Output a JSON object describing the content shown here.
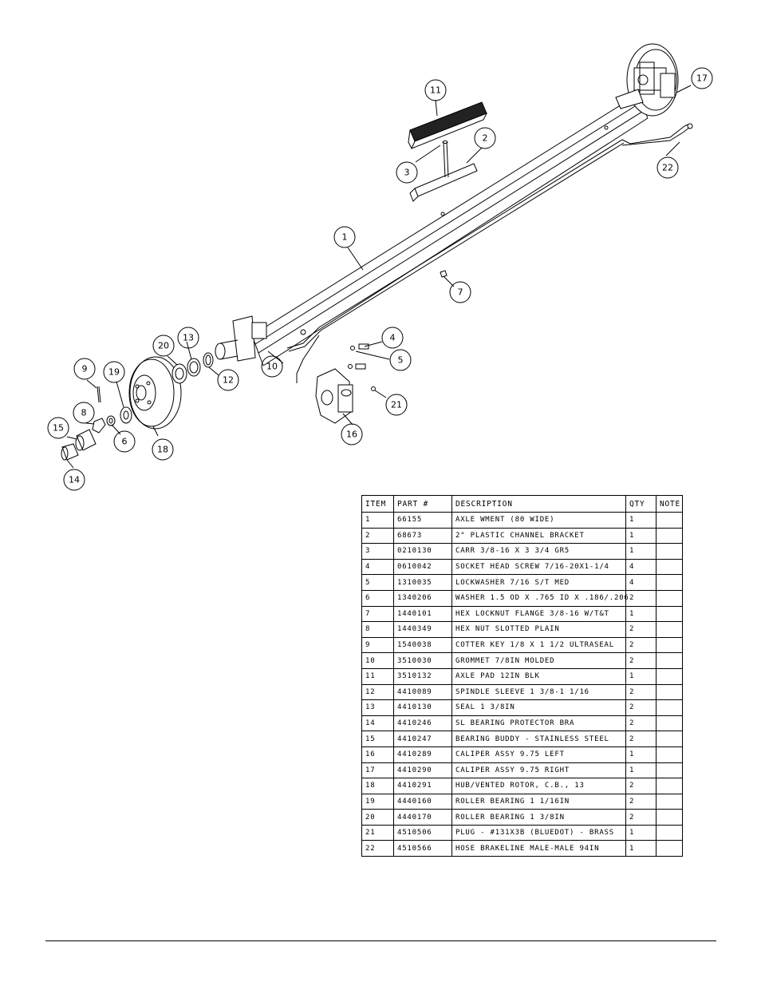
{
  "callouts": {
    "c1": "1",
    "c2": "2",
    "c3": "3",
    "c4": "4",
    "c5": "5",
    "c6": "6",
    "c7": "7",
    "c8": "8",
    "c9": "9",
    "c10": "10",
    "c11": "11",
    "c12": "12",
    "c13": "13",
    "c14": "14",
    "c15": "15",
    "c16": "16",
    "c17": "17",
    "c18": "18",
    "c19": "19",
    "c20": "20",
    "c21": "21",
    "c22": "22"
  },
  "table": {
    "headers": {
      "item": "ITEM",
      "part": "PART #",
      "description": "DESCRIPTION",
      "qty": "QTY",
      "note": "NOTE"
    },
    "rows": [
      {
        "item": "1",
        "part": "66155",
        "description": "AXLE WMENT (80 WIDE)",
        "qty": "1",
        "note": ""
      },
      {
        "item": "2",
        "part": "68673",
        "description": "2\" PLASTIC CHANNEL BRACKET",
        "qty": "1",
        "note": ""
      },
      {
        "item": "3",
        "part": "0210130",
        "description": "CARR 3/8-16 X 3 3/4 GR5",
        "qty": "1",
        "note": ""
      },
      {
        "item": "4",
        "part": "0610042",
        "description": "SOCKET HEAD SCREW 7/16-20X1-1/4",
        "qty": "4",
        "note": ""
      },
      {
        "item": "5",
        "part": "1310035",
        "description": "LOCKWASHER 7/16 S/T MED",
        "qty": "4",
        "note": ""
      },
      {
        "item": "6",
        "part": "1340206",
        "description": "WASHER 1.5 OD X .765 ID X .186/.206",
        "qty": "2",
        "note": ""
      },
      {
        "item": "7",
        "part": "1440101",
        "description": "HEX LOCKNUT FLANGE 3/8-16 W/T&T",
        "qty": "1",
        "note": ""
      },
      {
        "item": "8",
        "part": "1440349",
        "description": "HEX NUT SLOTTED PLAIN",
        "qty": "2",
        "note": ""
      },
      {
        "item": "9",
        "part": "1540038",
        "description": "COTTER KEY 1/8 X 1 1/2 ULTRASEAL",
        "qty": "2",
        "note": ""
      },
      {
        "item": "10",
        "part": "3510030",
        "description": "GROMMET  7/8IN MOLDED",
        "qty": "2",
        "note": ""
      },
      {
        "item": "11",
        "part": "3510132",
        "description": "AXLE PAD 12IN  BLK",
        "qty": "1",
        "note": ""
      },
      {
        "item": "12",
        "part": "4410089",
        "description": "SPINDLE SLEEVE  1 3/8-1 1/16",
        "qty": "2",
        "note": ""
      },
      {
        "item": "13",
        "part": "4410130",
        "description": "SEAL  1 3/8IN",
        "qty": "2",
        "note": ""
      },
      {
        "item": "14",
        "part": "4410246",
        "description": "SL BEARING PROTECTOR BRA",
        "qty": "2",
        "note": ""
      },
      {
        "item": "15",
        "part": "4410247",
        "description": "BEARING BUDDY - STAINLESS STEEL",
        "qty": "2",
        "note": ""
      },
      {
        "item": "16",
        "part": "4410289",
        "description": "CALIPER ASSY 9.75 LEFT",
        "qty": "1",
        "note": ""
      },
      {
        "item": "17",
        "part": "4410290",
        "description": "CALIPER ASSY 9.75 RIGHT",
        "qty": "1",
        "note": ""
      },
      {
        "item": "18",
        "part": "4410291",
        "description": "HUB/VENTED ROTOR, C.B.,  13",
        "qty": "2",
        "note": ""
      },
      {
        "item": "19",
        "part": "4440160",
        "description": "ROLLER BEARING   1 1/16IN",
        "qty": "2",
        "note": ""
      },
      {
        "item": "20",
        "part": "4440170",
        "description": "ROLLER BEARING   1 3/8IN",
        "qty": "2",
        "note": ""
      },
      {
        "item": "21",
        "part": "4510506",
        "description": "PLUG - #131X3B (BLUEDOT) - BRASS",
        "qty": "1",
        "note": ""
      },
      {
        "item": "22",
        "part": "4510566",
        "description": "HOSE BRAKELINE MALE-MALE 94IN",
        "qty": "1",
        "note": ""
      }
    ]
  }
}
